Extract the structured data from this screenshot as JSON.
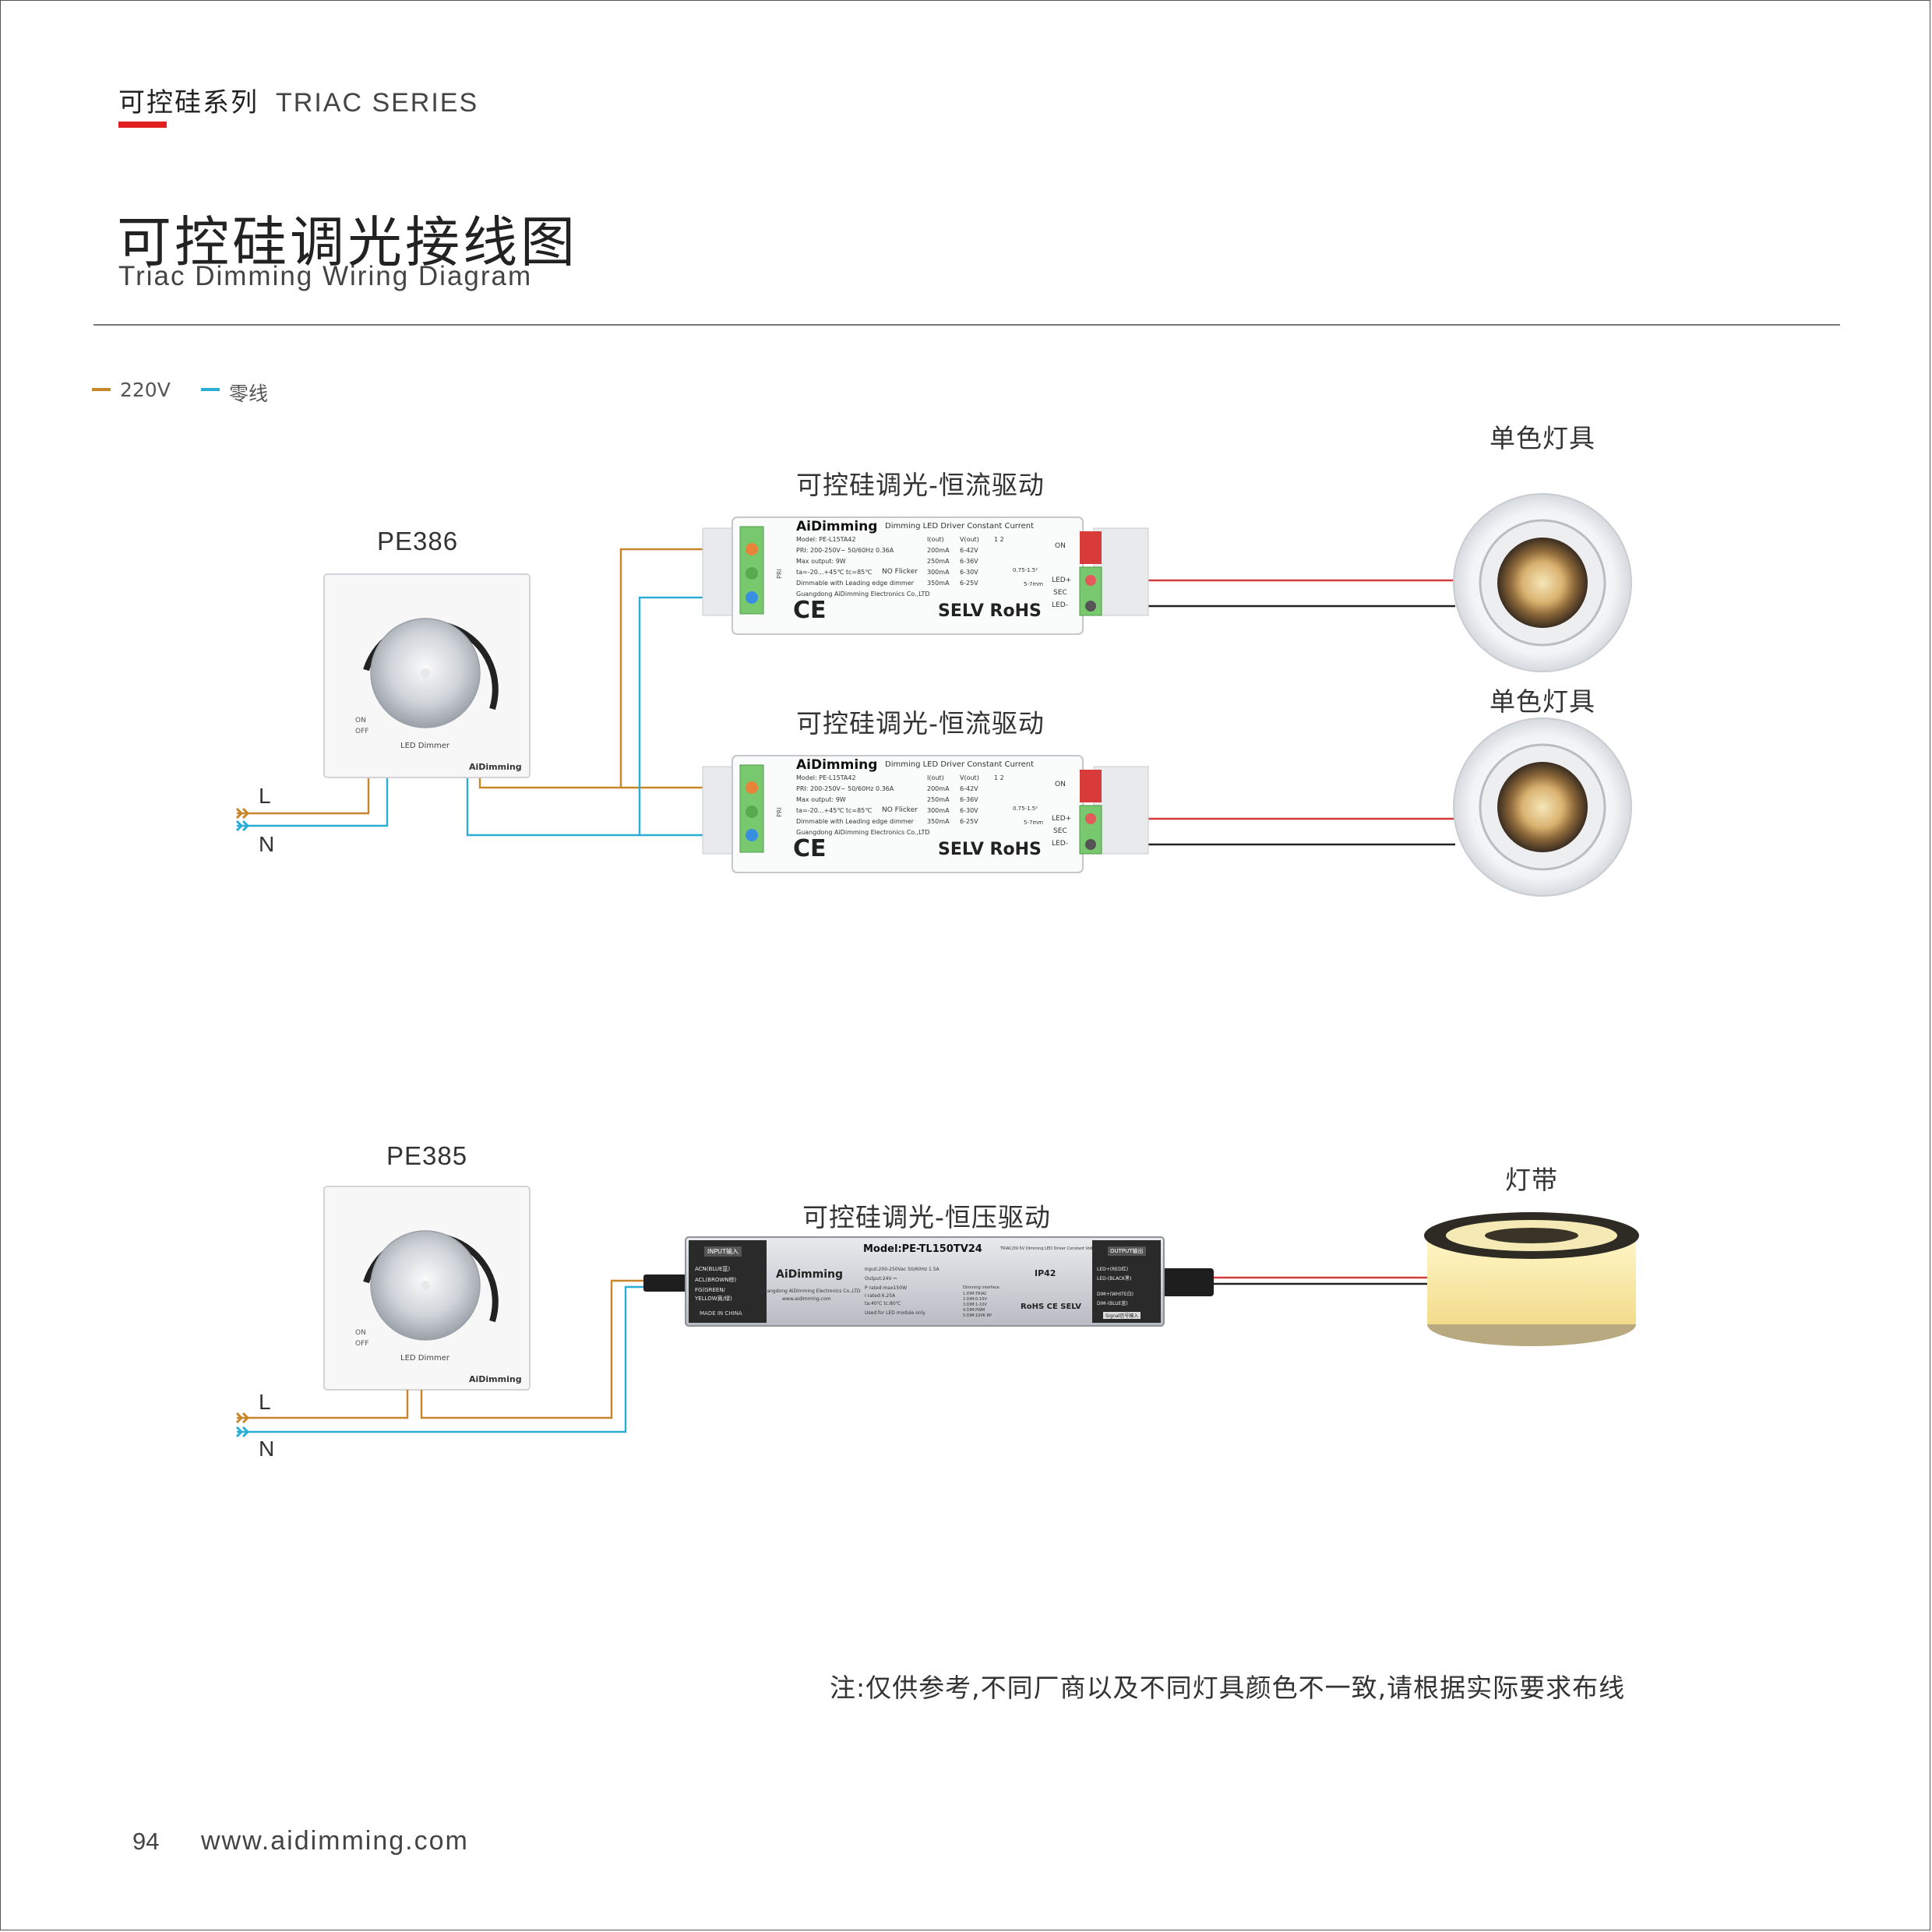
{
  "header": {
    "series_cn": "可控硅系列",
    "series_en": "TRIAC SERIES",
    "accent_color": "#e02020"
  },
  "title": {
    "cn": "可控硅调光接线图",
    "en": "Triac Dimming  Wiring Diagram"
  },
  "legend": [
    {
      "label": "220V",
      "color": "#c8862a"
    },
    {
      "label": "零线",
      "color": "#2aaed6"
    }
  ],
  "diagram1": {
    "dimmer_model": "PE386",
    "driver_label_top": "可控硅调光-恒流驱动",
    "driver_label_bottom": "可控硅调光-恒流驱动",
    "lamp_label_top": "单色灯具",
    "lamp_label_bottom": "单色灯具",
    "line_label": "L",
    "neutral_label": "N"
  },
  "diagram2": {
    "dimmer_model": "PE385",
    "driver_label": "可控硅调光-恒压驱动",
    "strip_label": "灯带",
    "line_label": "L",
    "neutral_label": "N"
  },
  "dimmer_panel": {
    "on": "ON",
    "off": "OFF",
    "name": "LED Dimmer",
    "brand": "AiDimming"
  },
  "cc_driver": {
    "brand": "AiDimming",
    "heading": "Dimming LED  Driver  Constant Current",
    "model": "Model: PE-L15TA42",
    "pri": "PRI: 200-250V~ 50/60Hz 0.36A",
    "max_output": "Max output: 9W",
    "ta": "ta=-20...+45℃  tc=85℃",
    "no_flicker": "NO Flicker",
    "dimmable": "Dimmable with Leading edge  dimmer",
    "maker": "Guangdong AiDimming Electronics Co.,LTD",
    "table_head": [
      "I(out)",
      "V(out)",
      "1 2"
    ],
    "rows": [
      [
        "200mA",
        "6-42V"
      ],
      [
        "250mA",
        "6-36V"
      ],
      [
        "300mA",
        "6-30V"
      ],
      [
        "350mA",
        "6-25V"
      ]
    ],
    "marks": "CE",
    "selv": "SELV RoHS",
    "on": "ON",
    "sec": "SEC",
    "led_pos": "LED+",
    "led_neg": "LED-",
    "pri_tag": "PRI",
    "wire": "0.75-1.5²",
    "strip": "5-7mm"
  },
  "cv_driver": {
    "brand": "AiDimming",
    "input_tag": "INPUT输入",
    "input_lines": [
      "ACN(BLUE蓝)",
      "ACL(BROWN棕)",
      "FG(GREEN/",
      "YELLOW黄/绿)"
    ],
    "made_in": "MADE IN CHINA",
    "model": "Model:PE-TL150TV24",
    "model_sub": "TRIAC/0V-5V Dimming LED Driver Constant Voltage",
    "maker": "Guangdong AiDimming Electronics Co.,LTD",
    "site": "www.aidimming.com",
    "specs": [
      "Input:200-250Vac 50/60Hz 1.5A",
      "Output:24V ⎓",
      "P rated:max150W",
      "I rated:6.25A",
      "ta:40℃  tc:80℃",
      "Used for LED module only"
    ],
    "dim_interface": [
      "Dimming interface:",
      "1.DIM:TRIAC",
      "2.DIM:0-10V",
      "3.DIM:1-10V",
      "4.DIM:PWM",
      "5.DIM:100K RP"
    ],
    "ip": "IP42",
    "marks": "RoHS  CE  SELV",
    "output_tag": "OUTPUT输出",
    "output_lines": [
      "LED+(RED红)",
      "LED-(BLACK黑)",
      "DIM+(WHITE白)",
      "DIM-(BLUE蓝)"
    ],
    "signal": "Signal信号输入"
  },
  "note": "注:仅供参考,不同厂商以及不同灯具颜色不一致,请根据实际要求布线",
  "footer": {
    "page": "94",
    "url": "www.aidimming.com"
  }
}
